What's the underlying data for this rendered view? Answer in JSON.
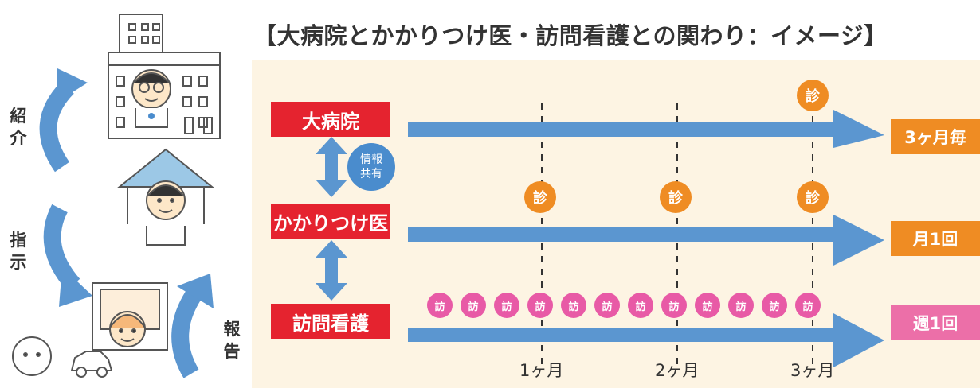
{
  "title": "【大病院とかかりつけ医・訪問看護との関わり：イメージ】",
  "rows": [
    {
      "label": "大病院",
      "frequency": "3ヶ月毎"
    },
    {
      "label": "かかりつけ医",
      "frequency": "月1回"
    },
    {
      "label": "訪問看護",
      "frequency": "週1回"
    }
  ],
  "share_badge": {
    "line1": "情報",
    "line2": "共有"
  },
  "exam_badge": "診",
  "visit_badge": "訪",
  "months": [
    "1ヶ月",
    "2ヶ月",
    "3ヶ月"
  ],
  "side_labels": {
    "referral": [
      "紹",
      "介"
    ],
    "instruction": [
      "指",
      "示"
    ],
    "report": [
      "報",
      "告"
    ]
  },
  "colors": {
    "red": "#e5232f",
    "orange": "#ef8c23",
    "pink": "#ec6fa8",
    "blue": "#5b96d0",
    "panel": "#fdf4e3"
  }
}
